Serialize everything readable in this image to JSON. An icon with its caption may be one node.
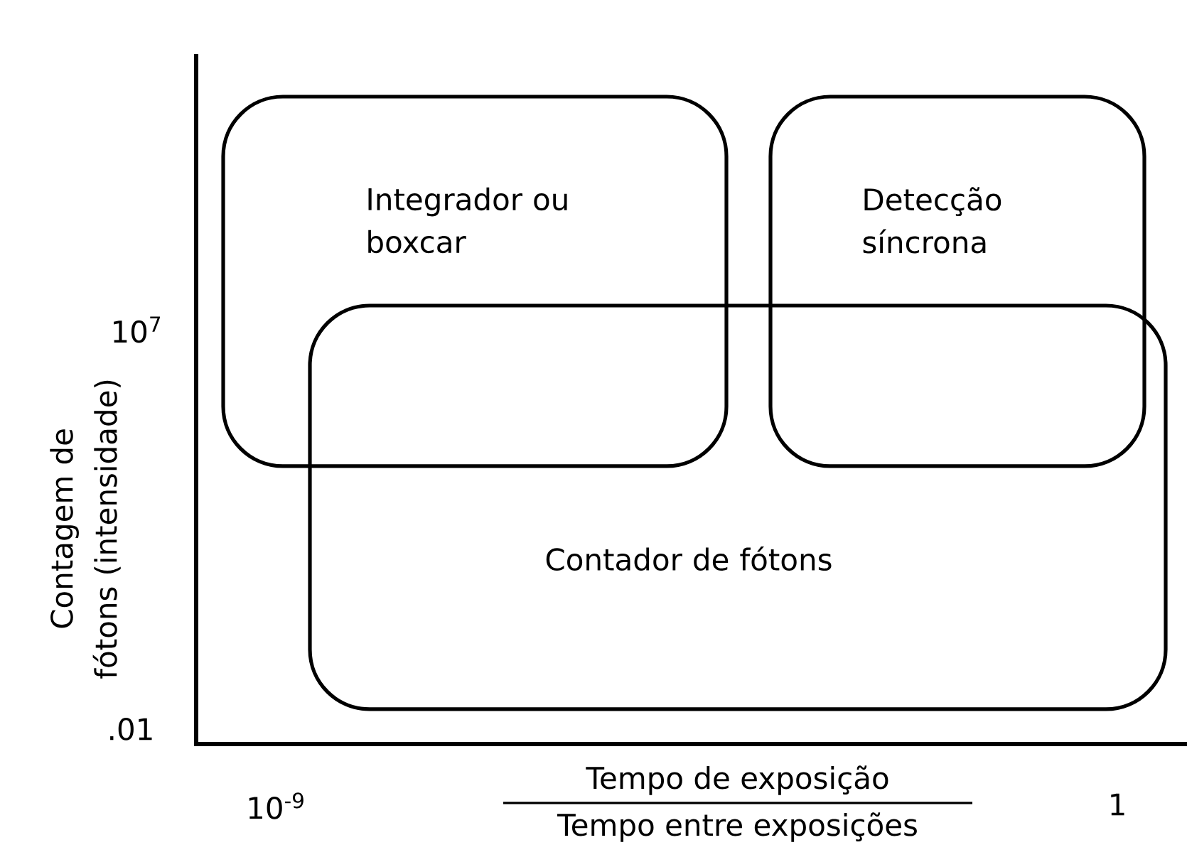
{
  "diagram": {
    "nodes": [
      {
        "text": [
          "Integrador ou boxcar"
        ]
      },
      {
        "text": [
          "Detecção síncrona"
        ]
      },
      {
        "text": [
          "Contador de fótons"
        ]
      }
    ],
    "labels": [
      "Contagem de fótons (intensidade)",
      "10$^{7}$",
      ".01",
      "10$^{-9}$",
      "Tempo de exposição",
      "Tempo entre exposições",
      "1"
    ]
  }
}
